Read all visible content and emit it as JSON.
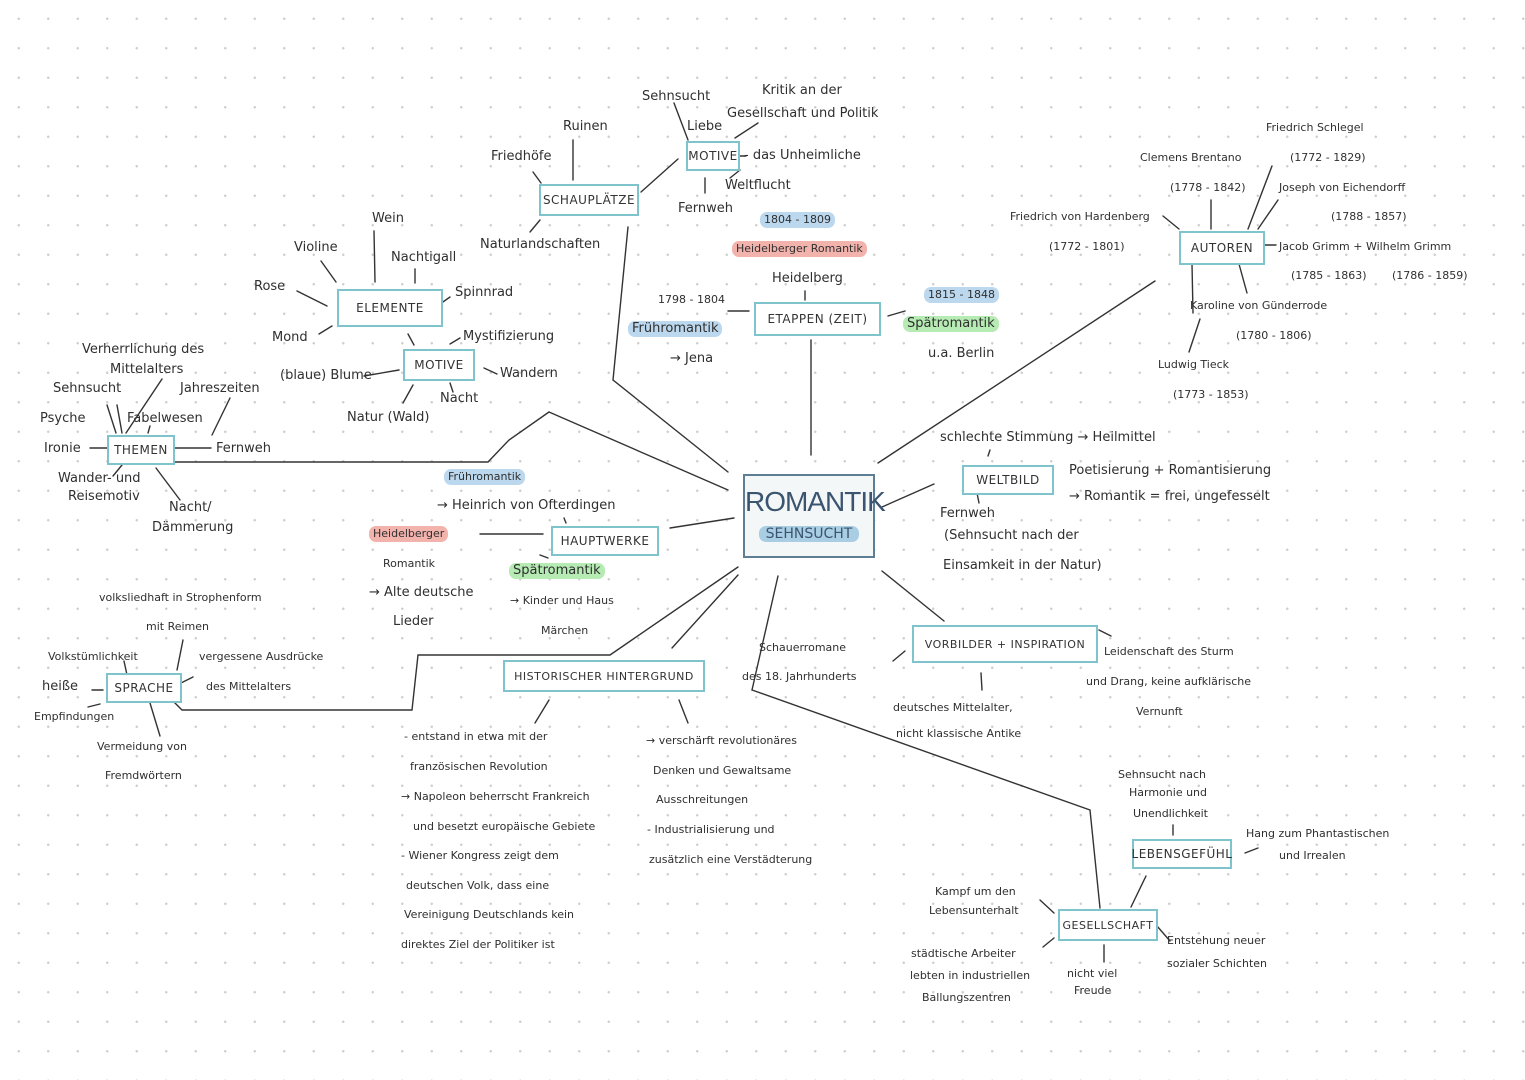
{
  "center": {
    "title": "ROMANTIK",
    "subtitle": "SEHNSUCHT"
  },
  "colors": {
    "box_border": "#7fc4cc",
    "center_border": "#5d7e93",
    "highlight_blue": "#bcd8ee",
    "highlight_red": "#f3b3ad",
    "highlight_green": "#b6ecb4"
  },
  "schauplaetze": {
    "label": "SCHAUPLÄTZE",
    "items": [
      "Ruinen",
      "Friedhöfe",
      "Naturlandschaften"
    ]
  },
  "motive_top": {
    "label": "MOTIVE",
    "items": [
      "Sehnsucht",
      "Liebe",
      "Kritik an der",
      "Gesellschaft und Politik",
      "- das Unheimliche",
      "Weltflucht",
      "Fernweh"
    ]
  },
  "etappen": {
    "label": "ETAPPEN (ZEIT)",
    "heidelberg_years": "1804 - 1809",
    "heidelberg_label": "Heidelberger Romantik",
    "heidelberg_city": "Heidelberg",
    "frueh_years": "1798 - 1804",
    "frueh_label": "Frühromantik",
    "frueh_city": "→ Jena",
    "spaet_years": "1815 - 1848",
    "spaet_label": "Spätromantik",
    "spaet_city": "u.a. Berlin"
  },
  "autoren": {
    "label": "AUTOREN",
    "names": [
      "Friedrich Schlegel",
      "(1772 - 1829)",
      "Clemens Brentano",
      "(1778 - 1842)",
      "Joseph von Eichendorff",
      "(1788 - 1857)",
      "Friedrich von Hardenberg",
      "(1772 - 1801)",
      "Jacob Grimm + Wilhelm Grimm",
      "(1785 - 1863)",
      "(1786 - 1859)",
      "Karoline von Günderrode",
      "(1780 - 1806)",
      "Ludwig Tieck",
      "(1773 - 1853)"
    ]
  },
  "elemente": {
    "label": "ELEMENTE",
    "items": [
      "Wein",
      "Violine",
      "Nachtigall",
      "Rose",
      "Spinnrad",
      "Mond"
    ],
    "motive_label": "MOTIVE",
    "motive_items": [
      "Mystifizierung",
      "(blaue) Blume",
      "Wandern",
      "Nacht",
      "Natur (Wald)"
    ]
  },
  "themen": {
    "label": "THEMEN",
    "items": [
      "Verherrlichung des",
      "Mittelalters",
      "Sehnsucht",
      "Jahreszeiten",
      "Psyche",
      "Fabelwesen",
      "Ironie",
      "Fernweh",
      "Wander- und",
      "Reisemotiv",
      "Nacht/",
      "Dämmerung"
    ]
  },
  "weltbild": {
    "label": "WELTBILD",
    "items": [
      "schlechte Stimmung → Heilmittel",
      "Poetisierung + Romantisierung",
      "→ Romantik = frei, ungefesselt",
      "Fernweh",
      "(Sehnsucht nach der",
      "Einsamkeit in der Natur)"
    ]
  },
  "hauptwerke": {
    "label": "HAUPTWERKE",
    "frueh": "Frühromantik",
    "frueh_work": "→ Heinrich von Ofterdingen",
    "heidel": "Heidelberger",
    "heidel_2": "Romantik",
    "heidel_work_1": "→ Alte deutsche",
    "heidel_work_2": "Lieder",
    "spaet": "Spätromantik",
    "spaet_work_1": "→ Kinder und Haus",
    "spaet_work_2": "Märchen"
  },
  "sprache": {
    "label": "SPRACHE",
    "items": [
      "volksliedhaft in Strophenform",
      "mit Reimen",
      "Volkstümlichkeit",
      "vergessene Ausdrücke",
      "des Mittelalters",
      "heiße",
      "Empfindungen",
      "Vermeidung von",
      "Fremdwörtern"
    ]
  },
  "historischer": {
    "label": "HISTORISCHER HINTERGRUND",
    "left": [
      "- entstand in etwa mit der",
      "französischen Revolution",
      "→ Napoleon beherrscht Frankreich",
      "und besetzt europäische Gebiete",
      "- Wiener Kongress zeigt dem",
      "deutschen Volk, dass eine",
      "Vereinigung Deutschlands kein",
      "direktes Ziel der Politiker ist"
    ],
    "right": [
      "→ verschärft revolutionäres",
      "Denken und Gewaltsame",
      "Ausschreitungen",
      "- Industrialisierung und",
      "zusätzlich eine Verstädterung"
    ]
  },
  "vorbilder": {
    "label": "VORBILDER + INSPIRATION",
    "items": [
      "Schauerromane",
      "des 18. Jahrhunderts",
      "Leidenschaft des Sturm",
      "und Drang, keine aufklärische",
      "Vernunft",
      "deutsches Mittelalter,",
      "nicht klassische Antike"
    ]
  },
  "lebensgefuehl": {
    "label": "LEBENSGEFÜHL",
    "items": [
      "Sehnsucht nach",
      "Harmonie und",
      "Unendlichkeit",
      "Hang zum Phantastischen",
      "und Irrealen"
    ]
  },
  "gesellschaft": {
    "label": "GESELLSCHAFT",
    "items": [
      "Kampf um den",
      "Lebensunterhalt",
      "städtische Arbeiter",
      "lebten in industriellen",
      "Ballungszentren",
      "nicht viel",
      "Freude",
      "Entstehung neuer",
      "sozialer Schichten"
    ]
  }
}
